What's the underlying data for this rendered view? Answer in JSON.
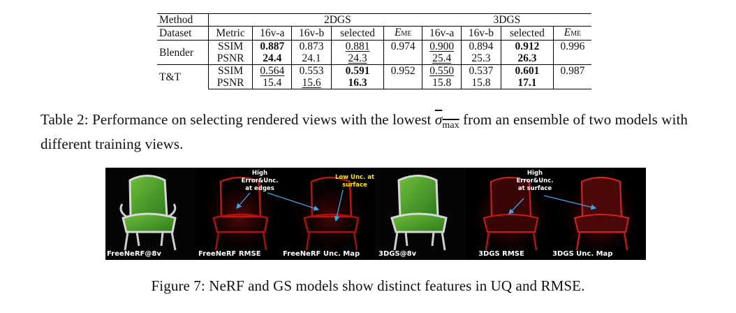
{
  "table": {
    "header1": {
      "method": "Method",
      "group_a": "2DGS",
      "group_b": "3DGS"
    },
    "header2": {
      "dataset": "Dataset",
      "metric": "Metric",
      "cols_a": [
        "16v-a",
        "16v-b",
        "selected"
      ],
      "cols_b": [
        "16v-a",
        "16v-b",
        "selected"
      ],
      "eme_main": "E",
      "eme_sub": "ME"
    },
    "rows": [
      {
        "dataset": "Blender",
        "metric": "SSIM",
        "a": [
          "0.887",
          "0.873",
          "0.881"
        ],
        "a_eme": "0.974",
        "b": [
          "0.900",
          "0.894",
          "0.912"
        ],
        "b_eme": "0.996"
      },
      {
        "dataset": "",
        "metric": "PSNR",
        "a": [
          "24.4",
          "24.1",
          "24.3"
        ],
        "a_eme": "",
        "b": [
          "25.4",
          "25.3",
          "26.3"
        ],
        "b_eme": ""
      },
      {
        "dataset": "T&T",
        "metric": "SSIM",
        "a": [
          "0.564",
          "0.553",
          "0.591"
        ],
        "a_eme": "0.952",
        "b": [
          "0.550",
          "0.537",
          "0.601"
        ],
        "b_eme": "0.987"
      },
      {
        "dataset": "",
        "metric": "PSNR",
        "a": [
          "15.4",
          "15.6",
          "16.3"
        ],
        "a_eme": "",
        "b": [
          "15.8",
          "15.8",
          "17.1"
        ],
        "b_eme": ""
      }
    ]
  },
  "table_caption": {
    "prefix": "Table 2: Performance on selecting rendered views with the lowest ",
    "symbol": "σ",
    "symbol_sub": "max",
    "suffix": " from an ensemble of two models with different training views."
  },
  "figure": {
    "panels": [
      {
        "label": "FreeNeRF@8v",
        "kind": "render"
      },
      {
        "label": "FreeNeRF RMSE",
        "kind": "error"
      },
      {
        "label": "FreeNeRF Unc. Map",
        "kind": "error"
      },
      {
        "label": "3DGS@8v",
        "kind": "render"
      },
      {
        "label": "3DGS RMSE",
        "kind": "error"
      },
      {
        "label": "3DGS Unc. Map",
        "kind": "error"
      }
    ],
    "annotations": [
      {
        "text": "High\nError&Unc.\nat edges",
        "color": "#ffffff"
      },
      {
        "text": "Low Unc. at\nsurface",
        "color": "#ffe600"
      },
      {
        "text": "High\nError&Unc.\nat surface",
        "color": "#ffffff"
      }
    ],
    "arrow_color": "#3aa6e8",
    "caption": "Figure 7: NeRF and GS models show distinct features in UQ and RMSE."
  }
}
